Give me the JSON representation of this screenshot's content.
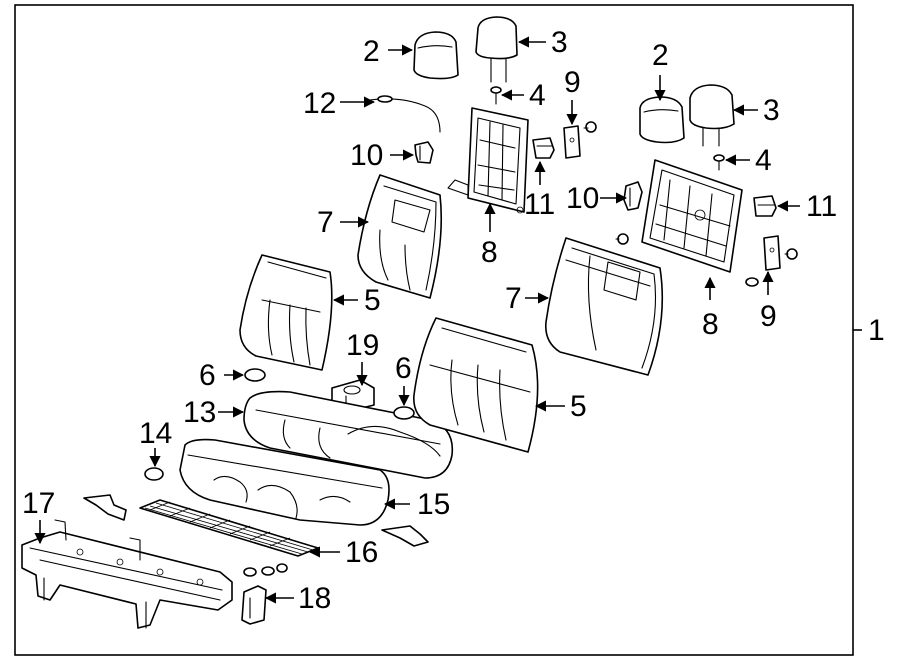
{
  "diagram": {
    "assembly_label": "1",
    "callouts": [
      {
        "id": "c2a",
        "text": "2"
      },
      {
        "id": "c3a",
        "text": "3"
      },
      {
        "id": "c4a",
        "text": "4"
      },
      {
        "id": "c9a",
        "text": "9"
      },
      {
        "id": "c12",
        "text": "12"
      },
      {
        "id": "c10a",
        "text": "10"
      },
      {
        "id": "c11a",
        "text": "11"
      },
      {
        "id": "c7a",
        "text": "7"
      },
      {
        "id": "c8a",
        "text": "8"
      },
      {
        "id": "c5a",
        "text": "5"
      },
      {
        "id": "c19",
        "text": "19"
      },
      {
        "id": "c6a",
        "text": "6"
      },
      {
        "id": "c6b",
        "text": "6"
      },
      {
        "id": "c13",
        "text": "13"
      },
      {
        "id": "c14",
        "text": "14"
      },
      {
        "id": "c5b",
        "text": "5"
      },
      {
        "id": "c15",
        "text": "15"
      },
      {
        "id": "c17",
        "text": "17"
      },
      {
        "id": "c16",
        "text": "16"
      },
      {
        "id": "c18",
        "text": "18"
      },
      {
        "id": "c2b",
        "text": "2"
      },
      {
        "id": "c3b",
        "text": "3"
      },
      {
        "id": "c4b",
        "text": "4"
      },
      {
        "id": "c10b",
        "text": "10"
      },
      {
        "id": "c11b",
        "text": "11"
      },
      {
        "id": "c7b",
        "text": "7"
      },
      {
        "id": "c8b",
        "text": "8"
      },
      {
        "id": "c9b",
        "text": "9"
      }
    ]
  }
}
